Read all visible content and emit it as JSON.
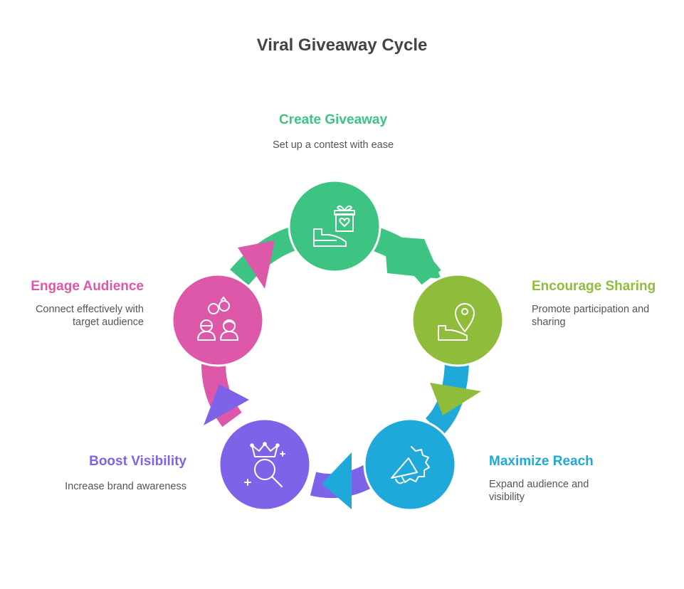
{
  "title": "Viral Giveaway Cycle",
  "stages": [
    {
      "title": "Create Giveaway",
      "desc": "Set up a contest with ease",
      "color": "#3DC482",
      "icon": "gift-hand-icon"
    },
    {
      "title": "Encourage Sharing",
      "desc_lines": [
        "Promote participation and",
        "sharing"
      ],
      "color": "#90BC3C",
      "icon": "location-pin-hand-icon"
    },
    {
      "title": "Maximize Reach",
      "desc_lines": [
        "Expand audience and",
        "visibility"
      ],
      "color": "#1EA9DA",
      "icon": "megaphone-badge-icon"
    },
    {
      "title": "Boost Visibility",
      "desc": "Increase brand awareness",
      "color": "#7E63E8",
      "icon": "crown-magnifier-icon"
    },
    {
      "title": "Engage Audience",
      "desc_lines": [
        "Connect effectively with",
        "target audience"
      ],
      "color": "#DD58A8",
      "icon": "people-connect-icon"
    }
  ]
}
